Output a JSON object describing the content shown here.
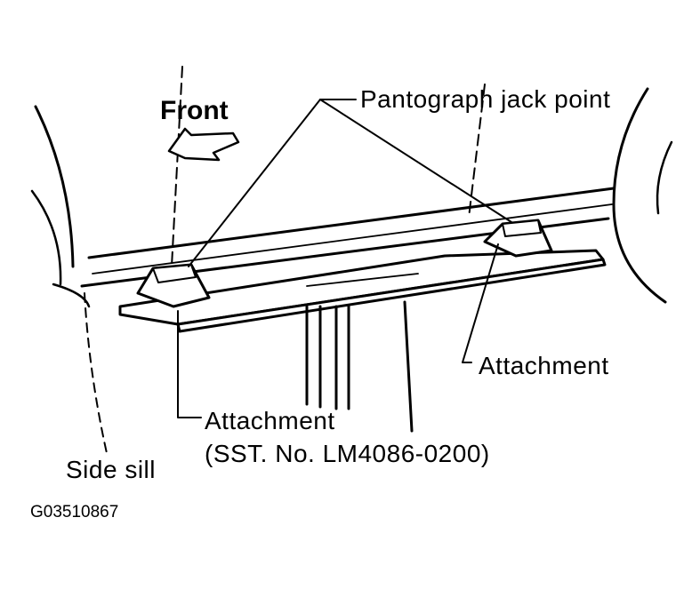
{
  "labels": {
    "front": "Front",
    "pantograph_jack_point": "Pantograph jack point",
    "attachment_right": "Attachment",
    "attachment_left": "Attachment",
    "sst_number": "(SST. No. LM4086-0200)",
    "side_sill": "Side sill",
    "figure_code": "G03510867"
  },
  "colors": {
    "ink": "#000000",
    "background": "#ffffff"
  }
}
